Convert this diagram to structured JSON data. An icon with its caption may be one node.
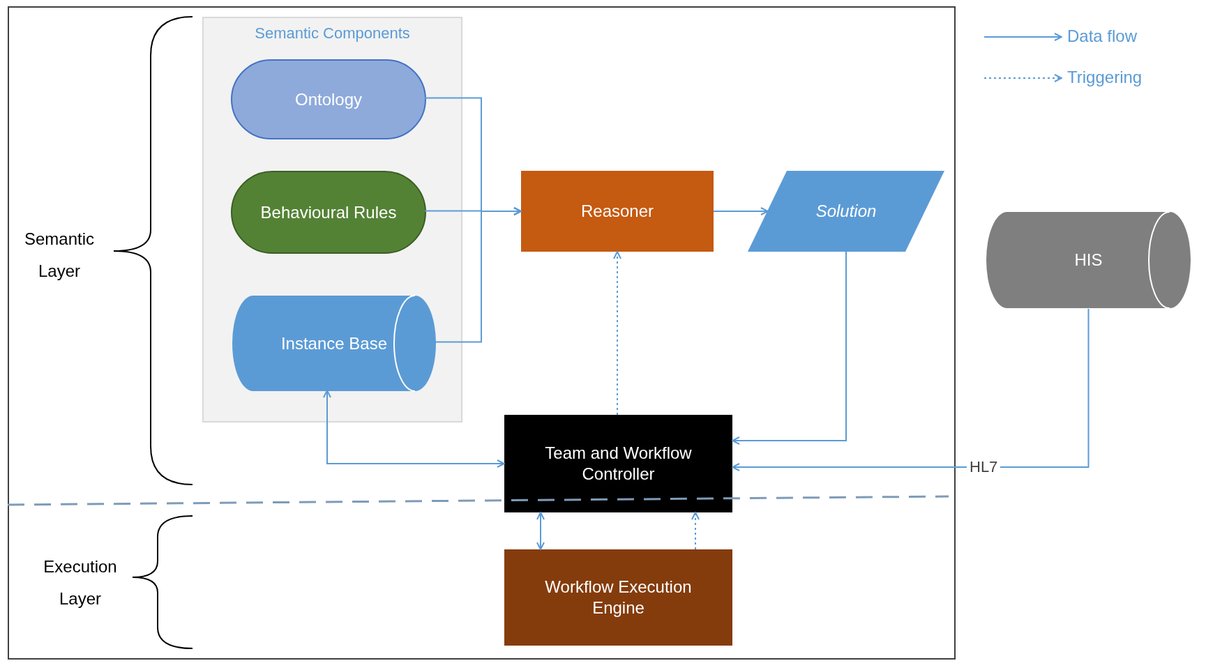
{
  "diagram": {
    "nodes": [
      {
        "text": [
          "Semantic Components"
        ]
      },
      {
        "text": [
          "Ontology"
        ],
        "in": 0
      },
      {
        "text": [
          "Behavioural Rules"
        ],
        "in": 0
      },
      {
        "text": [
          "Instance Base"
        ],
        "in": 0
      },
      {
        "text": [
          "Reasoner"
        ]
      },
      {
        "text": [
          "Solution"
        ]
      },
      {
        "text": [
          "HIS"
        ]
      },
      {
        "text": [
          "Team and Workflow Controller"
        ]
      },
      {
        "text": [
          "Workflow Execution Engine"
        ]
      }
    ],
    "edges": [
      {
        "from": 1,
        "to": 4,
        "arrow": "to"
      },
      {
        "from": 2,
        "to": 4,
        "arrow": "to"
      },
      {
        "from": 3,
        "to": 4,
        "arrow": "to"
      },
      {
        "from": 4,
        "to": 5,
        "arrow": "to"
      },
      {
        "from": 7,
        "to": 4,
        "arrow": "to",
        "style": "dashed"
      },
      {
        "from": 5,
        "to": 7,
        "arrow": "to"
      },
      {
        "from": 6,
        "to": 7,
        "arrow": "to",
        "label": "HL7"
      },
      {
        "from": 3,
        "to": 7,
        "arrow": "both"
      },
      {
        "from": 7,
        "to": 8,
        "arrow": "both"
      },
      {
        "from": 8,
        "to": 7,
        "arrow": "to",
        "style": "dashed"
      }
    ],
    "labels": [
      "Semantic Layer",
      "Execution Layer"
    ],
    "legend": [
      {
        "text": "Data flow"
      },
      {
        "text": "Triggering"
      }
    ]
  }
}
